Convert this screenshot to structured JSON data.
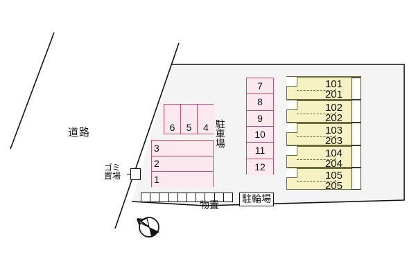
{
  "plan": {
    "title_text": "",
    "colors": {
      "site_fill": "#f4f4f4",
      "parking_fill": "#fce9ef",
      "parking_border": "#c94b6e",
      "building_fill": "#f7f2c4",
      "building_border": "#6b6a3a",
      "line": "#111111"
    },
    "road": {
      "label": "道路"
    },
    "parking_lot": {
      "label": "駐車場",
      "block_top": {
        "stalls": [
          "6",
          "5",
          "4"
        ]
      },
      "block_lower": {
        "stalls": [
          "3",
          "2",
          "1"
        ]
      },
      "block_middle": {
        "stalls": [
          "7",
          "8",
          "9",
          "10",
          "11",
          "12"
        ]
      }
    },
    "building": {
      "units": [
        {
          "first_floor": "101",
          "second_floor": "201"
        },
        {
          "first_floor": "102",
          "second_floor": "202"
        },
        {
          "first_floor": "103",
          "second_floor": "203"
        },
        {
          "first_floor": "104",
          "second_floor": "204"
        },
        {
          "first_floor": "105",
          "second_floor": "205"
        }
      ]
    },
    "facilities": {
      "garbage": {
        "label_line1": "ゴミ",
        "label_line2": "置場"
      },
      "storage": {
        "label": "物置",
        "cell_count": 10
      },
      "bicycle_parking": {
        "label": "駐輪場"
      }
    },
    "compass": {
      "name": "north-arrow"
    }
  }
}
